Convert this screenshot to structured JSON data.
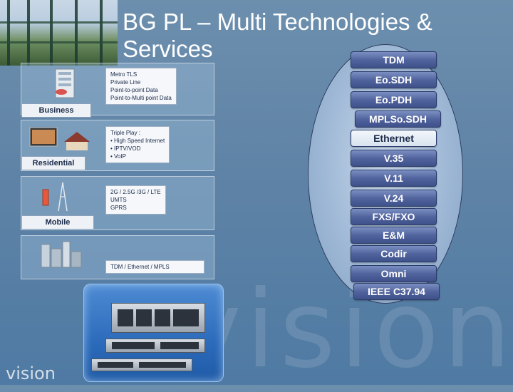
{
  "title": "BG PL – Multi Technologies & Services",
  "segments": [
    {
      "name": "Business",
      "lines": [
        "Metro TLS",
        "Private Line",
        "Point-to-point Data",
        "Point-to-Multi point Data"
      ]
    },
    {
      "name": "Residential",
      "lines": [
        "Triple Play :",
        "• High Speed Internet",
        "• IPTV/VOD",
        "• VoIP"
      ]
    },
    {
      "name": "Mobile",
      "lines": [
        "2G / 2.5G /3G / LTE",
        "UMTS",
        "GPRS"
      ]
    },
    {
      "name": "",
      "lines": [
        "TDM / Ethernet / MPLS"
      ]
    }
  ],
  "technologies": [
    "TDM",
    "Eo.SDH",
    "Eo.PDH",
    "MPLSo.SDH",
    "Ethernet",
    "V.35",
    "V.11",
    "V.24",
    "FXS/FXO",
    "E&M",
    "Codir",
    "Omni",
    "IEEE C37.94"
  ],
  "watermark": {
    "big": "vision",
    "logo": "vision"
  }
}
